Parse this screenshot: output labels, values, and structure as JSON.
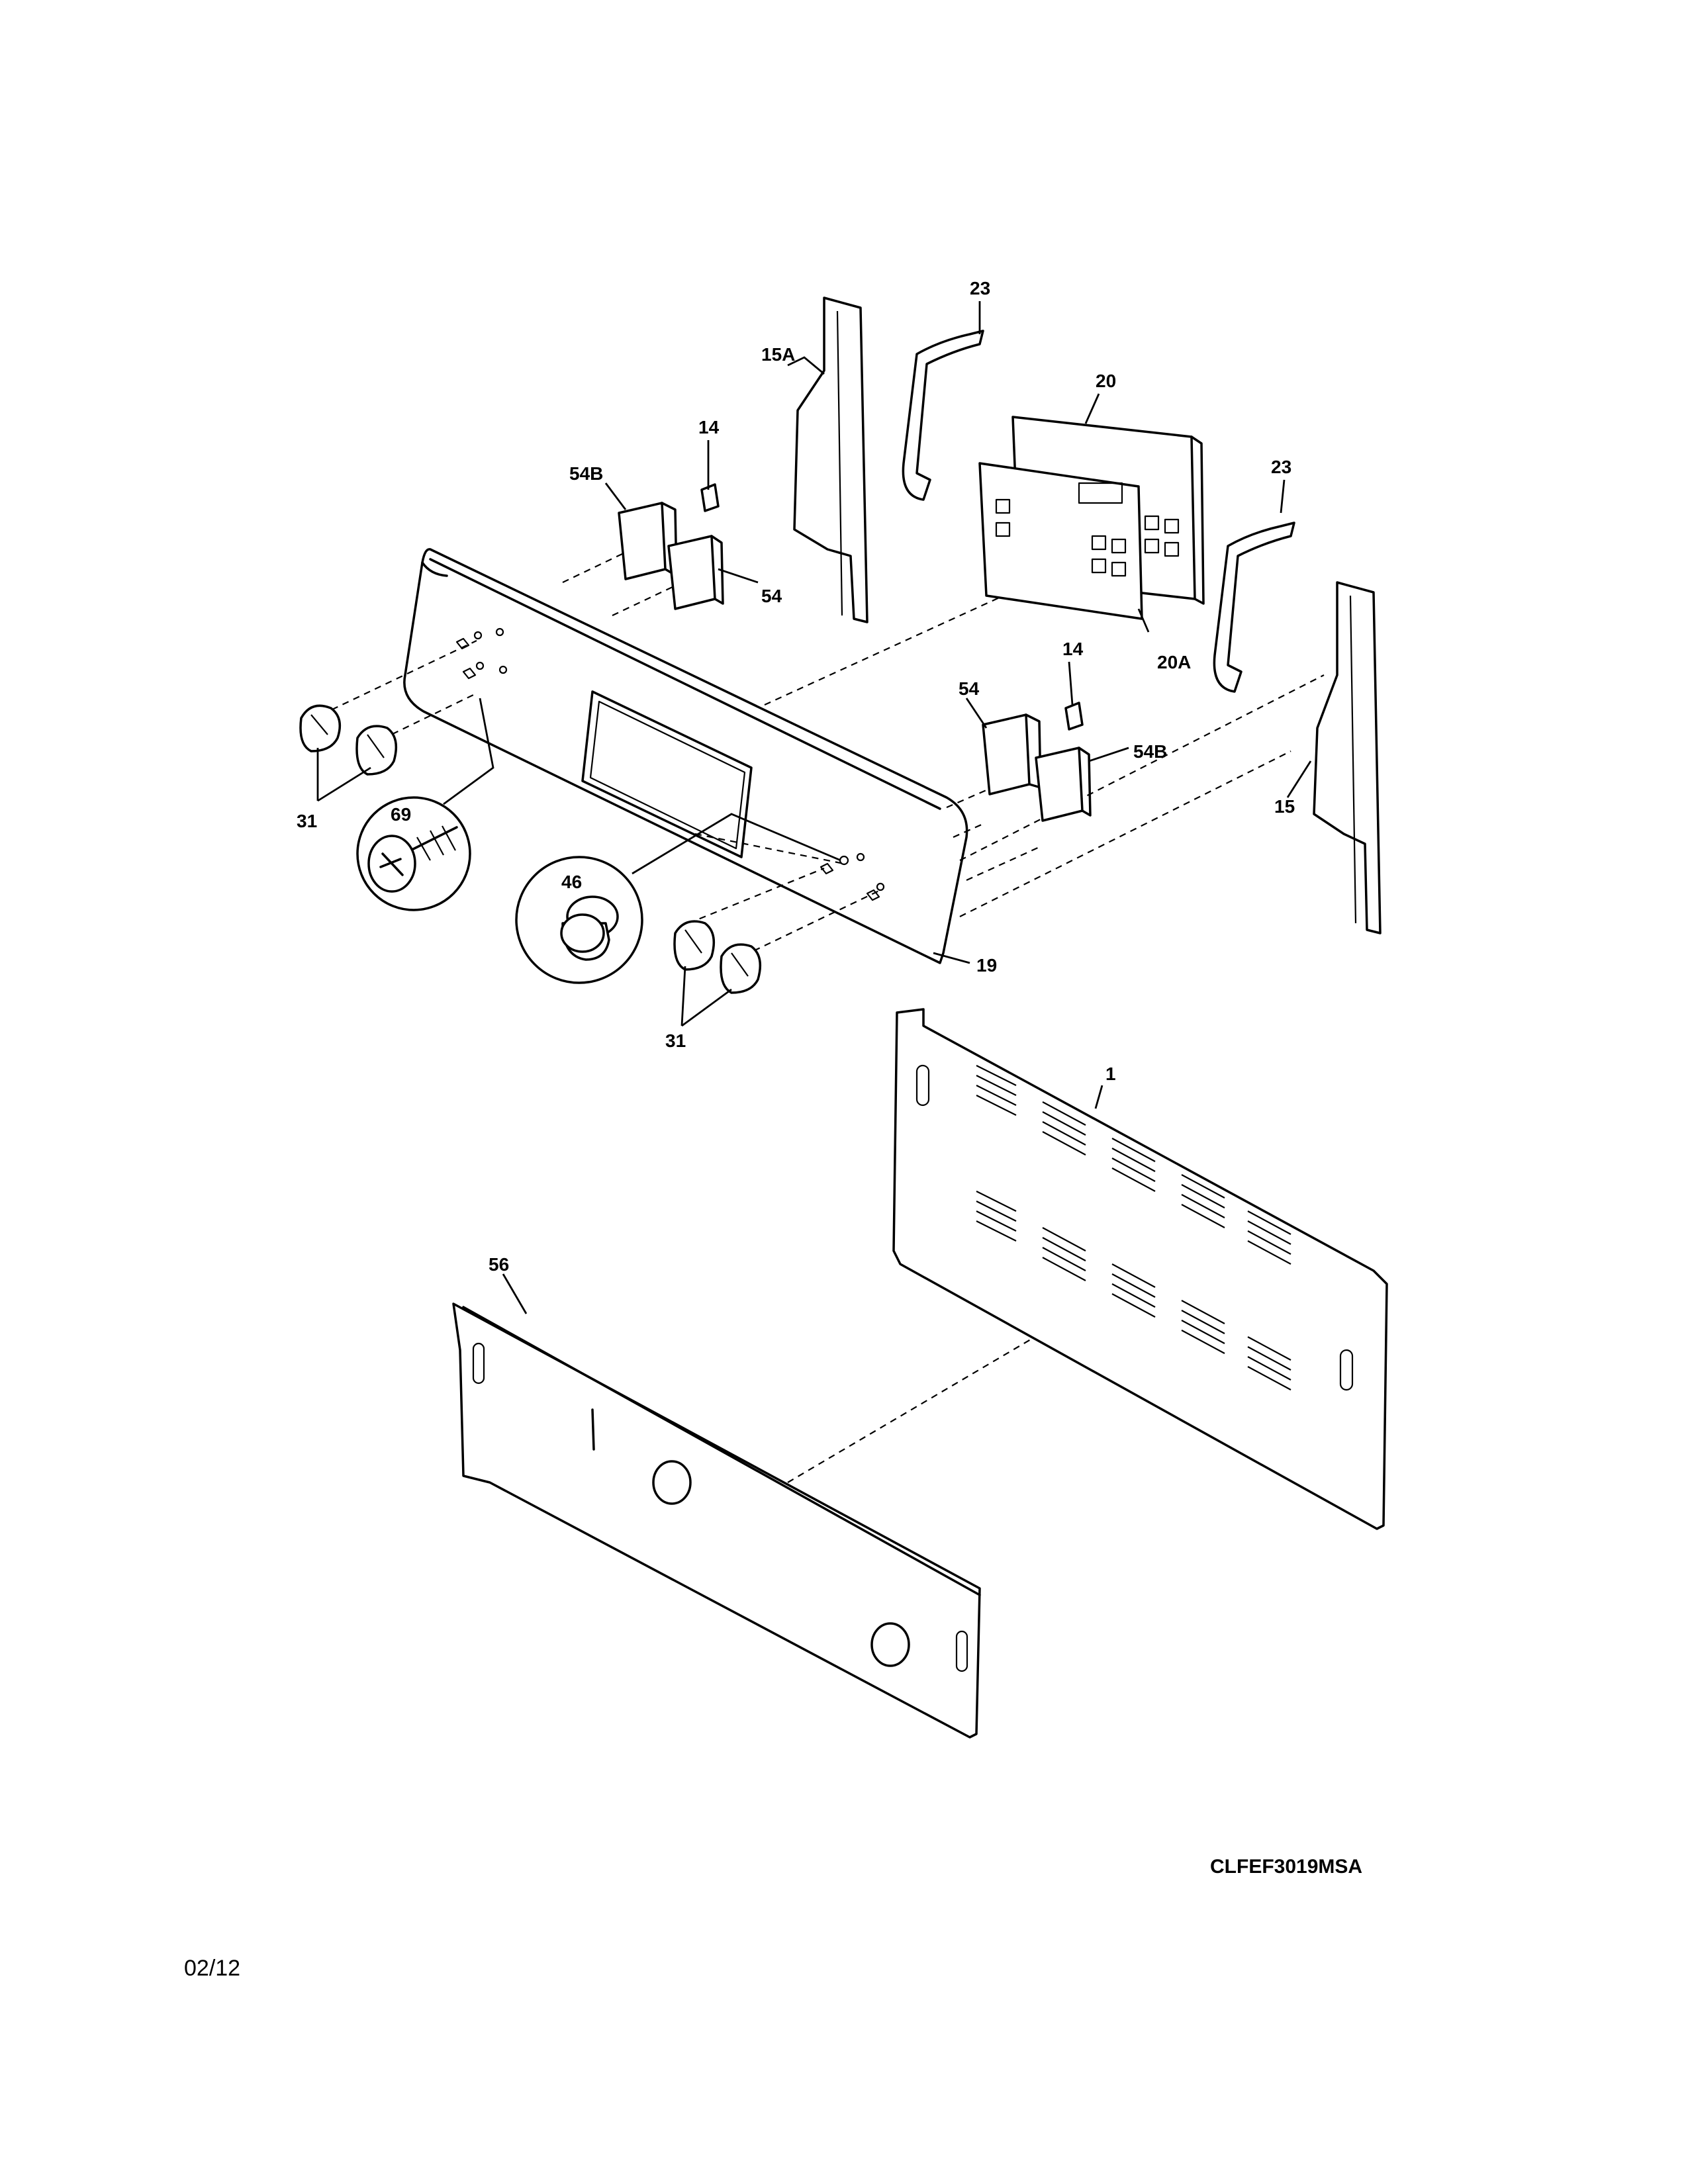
{
  "diagram": {
    "callouts": {
      "c1": "1",
      "c14a": "14",
      "c14b": "14",
      "c15": "15",
      "c15a": "15A",
      "c19": "19",
      "c20": "20",
      "c20a": "20A",
      "c23a": "23",
      "c23b": "23",
      "c31a": "31",
      "c31b": "31",
      "c46": "46",
      "c54a": "54",
      "c54b": "54",
      "c54ba": "54B",
      "c54bb": "54B",
      "c56": "56",
      "c69": "69"
    },
    "model_code": "CLFEF3019MSA",
    "date_code": "02/12"
  }
}
